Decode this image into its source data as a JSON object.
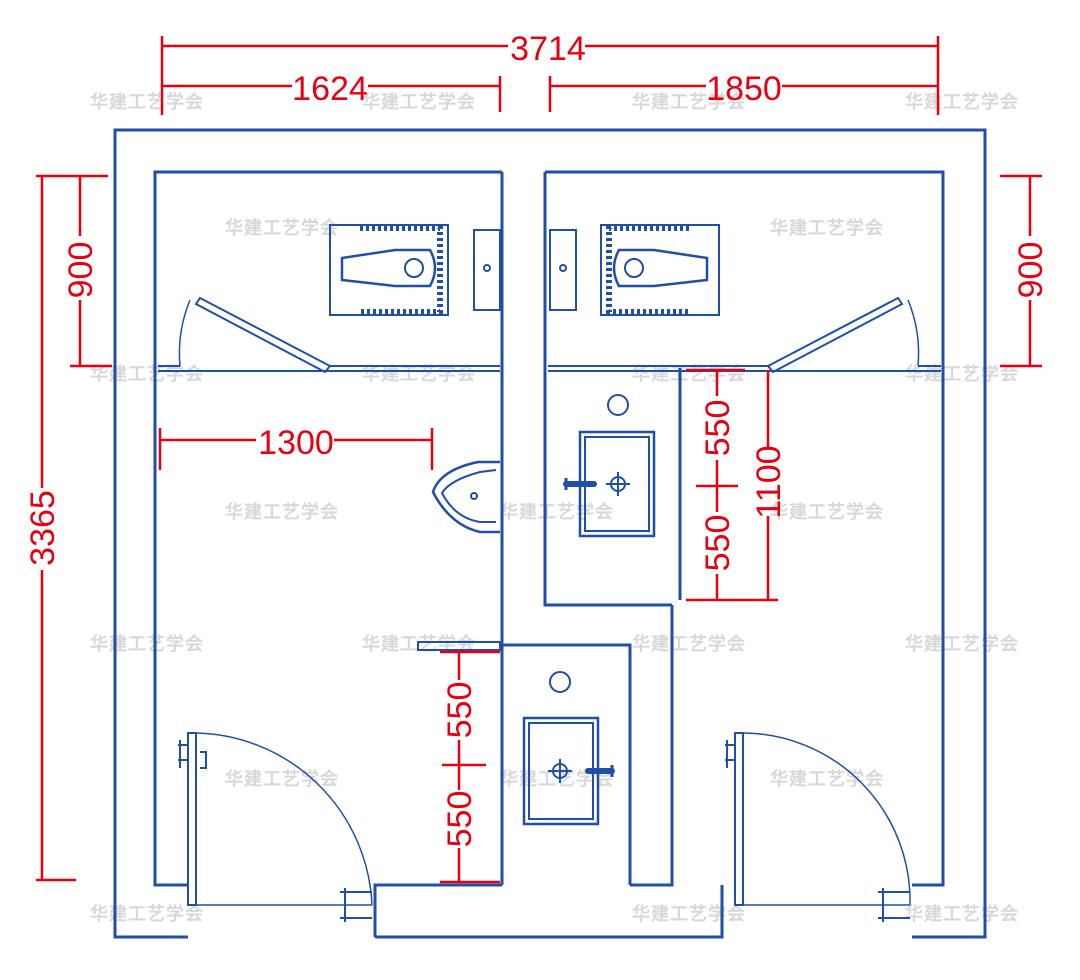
{
  "plan": {
    "colors": {
      "wall": "#1f4fa6",
      "fixture": "#1f4fa6",
      "dimension": "#e60012",
      "watermark": "#d8d8d8"
    },
    "dimensions": {
      "total_width": "3714",
      "left_width": "1624",
      "right_width": "1850",
      "total_depth": "3365",
      "stall_depth_left": "900",
      "stall_depth_right": "900",
      "urinal_offset": "1300",
      "sink_right_upper": "550",
      "sink_right_lower": "550",
      "sink_right_total": "1100",
      "sink_center_upper": "550",
      "sink_center_lower": "550"
    },
    "watermark": "华建工艺学会"
  }
}
